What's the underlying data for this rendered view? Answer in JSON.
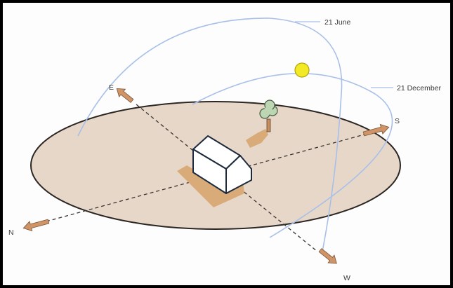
{
  "labels": {
    "summer_path": "21 June",
    "winter_path": "21 December",
    "north": "N",
    "south": "S",
    "east": "E",
    "west": "W"
  },
  "icons": {
    "sun": "sun-icon",
    "tree": "tree-icon",
    "house": "house-icon"
  },
  "colors": {
    "ground": "#e7d7c9",
    "ground_outline": "#2b2622",
    "sun_path": "#a8c0e8",
    "sun": "#f3ea26",
    "shadow": "#d9ab78",
    "arrow": "#cf9468",
    "house_outline": "#1c2a3c"
  }
}
